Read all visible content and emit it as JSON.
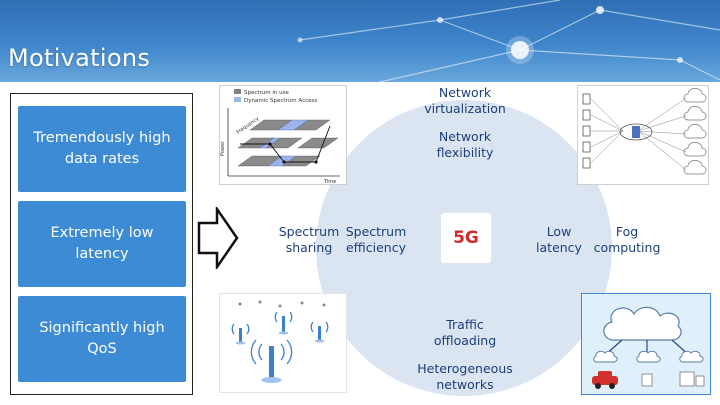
{
  "slide": {
    "title": "Motivations"
  },
  "left_panel": {
    "items": [
      {
        "label": "Tremendously high data rates"
      },
      {
        "label": "Extremely low latency"
      },
      {
        "label": "Significantly high QoS"
      }
    ]
  },
  "center": {
    "label": "5G",
    "color": "#d22b2b"
  },
  "labels": {
    "network_virtualization": "Network virtualization",
    "network_flexibility": "Network flexibility",
    "spectrum_sharing": "Spectrum sharing",
    "spectrum_efficiency": "Spectrum efficiency",
    "low_latency": "Low latency",
    "fog_computing": "Fog computing",
    "traffic_offloading": "Traffic offloading",
    "heterogeneous_networks": "Heterogeneous networks"
  },
  "spectrum_figure": {
    "legend": [
      "Spectrum in use",
      "Dynamic Spectrum Access"
    ],
    "y_axis": "Power",
    "x_axis": "Time",
    "diag_label": "Frequency"
  },
  "colors": {
    "header_blue": "#3f86cc",
    "box_blue": "#3d8bd4",
    "label_blue": "#1b3f7a",
    "circle_fill": "#dbe4f1"
  }
}
